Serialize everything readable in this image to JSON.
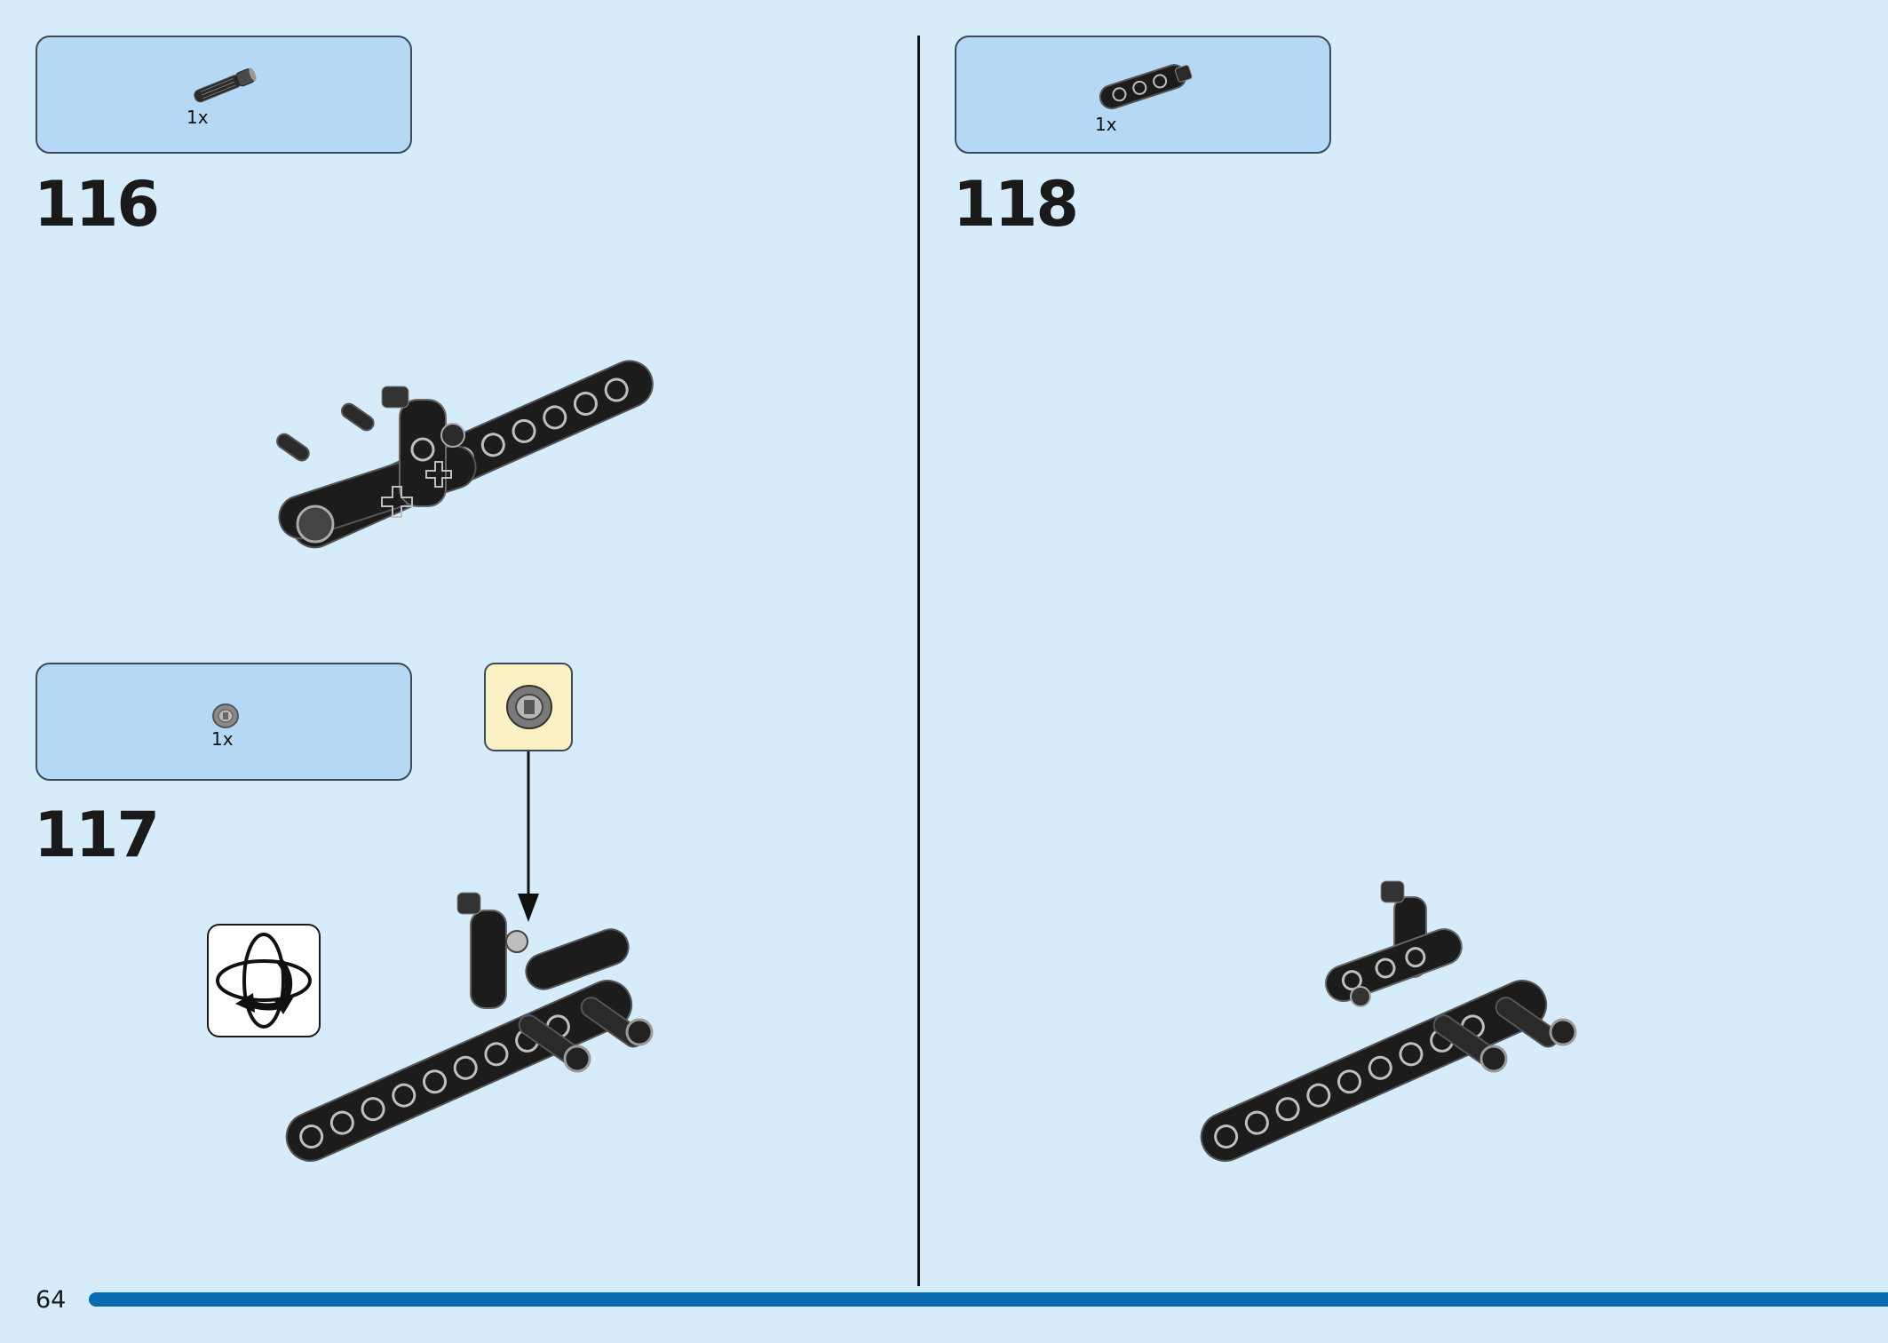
{
  "page_number": "64",
  "steps": [
    {
      "number": "116",
      "parts": [
        {
          "quantity": "1x",
          "part": "axle-pin-dark-gray"
        }
      ]
    },
    {
      "number": "117",
      "parts": [
        {
          "quantity": "1x",
          "part": "bush-light-gray"
        }
      ],
      "callout_part": "bush-light-gray",
      "rotate_model": true
    },
    {
      "number": "118",
      "parts": [
        {
          "quantity": "1x",
          "part": "beam-3-black"
        }
      ]
    }
  ],
  "colors": {
    "background": "#d6ecfa",
    "parts_box": "#b5d8f5",
    "callout": "#fbf1c4",
    "page_bar": "#0a6bb4",
    "brick": "#1c1c1c"
  }
}
